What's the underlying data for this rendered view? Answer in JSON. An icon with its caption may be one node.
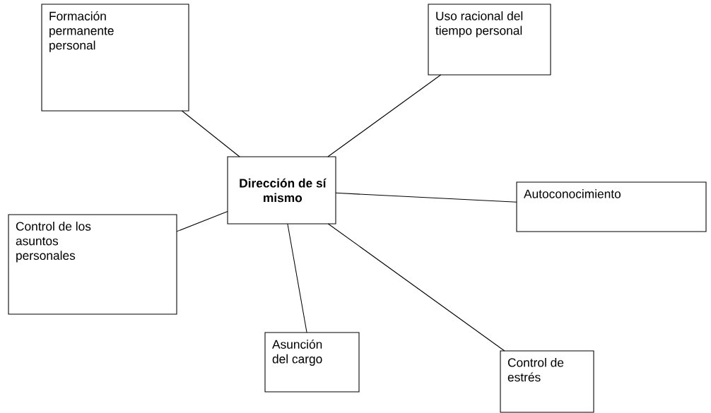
{
  "diagram": {
    "nodes": [
      {
        "text": [
          "Formación permanente personal"
        ]
      },
      {
        "text": [
          "Uso racional del tiempo personal"
        ]
      },
      {
        "text": [
          "Dirección de sí mismo"
        ]
      },
      {
        "text": [
          "Autoconocimiento"
        ]
      },
      {
        "text": [
          "Control de los asuntos personales"
        ]
      },
      {
        "text": [
          "Asunción del cargo"
        ]
      },
      {
        "text": [
          "Control de estrés"
        ]
      }
    ],
    "edges": [
      {
        "from": 2,
        "to": 0,
        "arrow": "none"
      },
      {
        "from": 2,
        "to": 1,
        "arrow": "none"
      },
      {
        "from": 2,
        "to": 3,
        "arrow": "none"
      },
      {
        "from": 2,
        "to": 4,
        "arrow": "none"
      },
      {
        "from": 2,
        "to": 5,
        "arrow": "none"
      },
      {
        "from": 2,
        "to": 6,
        "arrow": "none"
      }
    ]
  }
}
